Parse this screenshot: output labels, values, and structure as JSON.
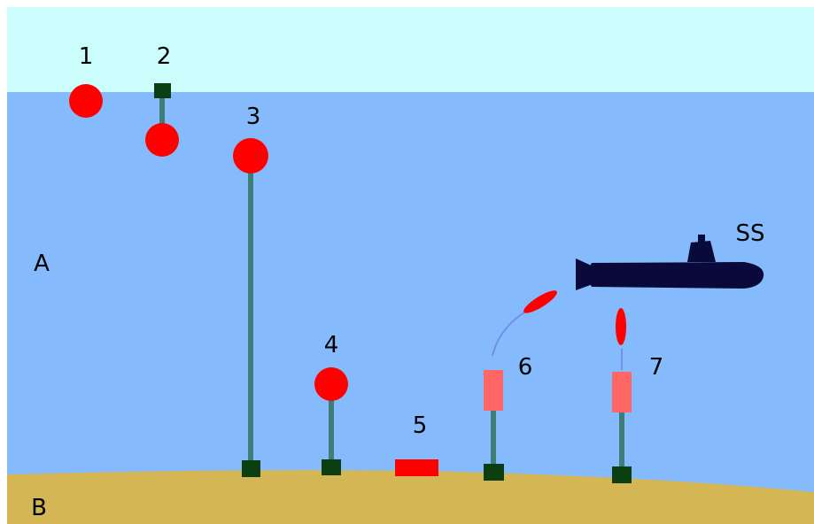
{
  "labels": {
    "mine_1": "1",
    "mine_2": "2",
    "mine_3": "3",
    "mine_4": "4",
    "mine_5": "5",
    "mine_6": "6",
    "mine_7": "7",
    "region_water": "A",
    "region_seabed": "B",
    "submarine": "SS"
  },
  "colors": {
    "sky": "#ccfdfd",
    "water": "#85bbfc",
    "seabed": "#d5b655",
    "mine_red": "#ff0000",
    "canister_pink": "#ff6666",
    "anchor": "#0b3f12",
    "tether": "#3d7f77",
    "submarine": "#0a0a3a",
    "torpedo_path": "#6f8fe8"
  }
}
